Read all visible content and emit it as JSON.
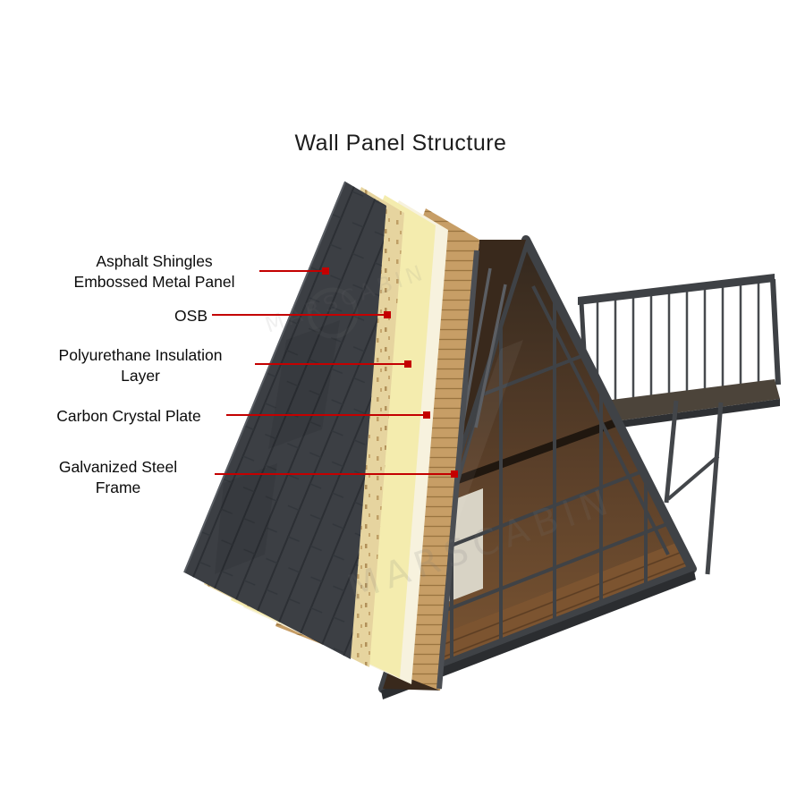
{
  "title": "Wall Panel Structure",
  "watermark": "MARSCABIN",
  "labels": [
    {
      "line1": "Asphalt Shingles",
      "line2": "Embossed Metal Panel"
    },
    {
      "line1": "OSB",
      "line2": ""
    },
    {
      "line1": "Polyurethane Insulation",
      "line2": "Layer"
    },
    {
      "line1": "Carbon Crystal Plate",
      "line2": ""
    },
    {
      "line1": "Galvanized Steel",
      "line2": "Frame"
    }
  ],
  "colors": {
    "leader": "#c40000",
    "shingles": "#3c3f44",
    "osb": "#e6d49f",
    "insulation": "#f4ecae",
    "carbon": "#f7f2de",
    "wood": "#c79e66",
    "steel": "#3f4246",
    "glass_top": "#33281e",
    "glass_mid": "#5a3f29",
    "glass_bottom": "#7e5733"
  }
}
